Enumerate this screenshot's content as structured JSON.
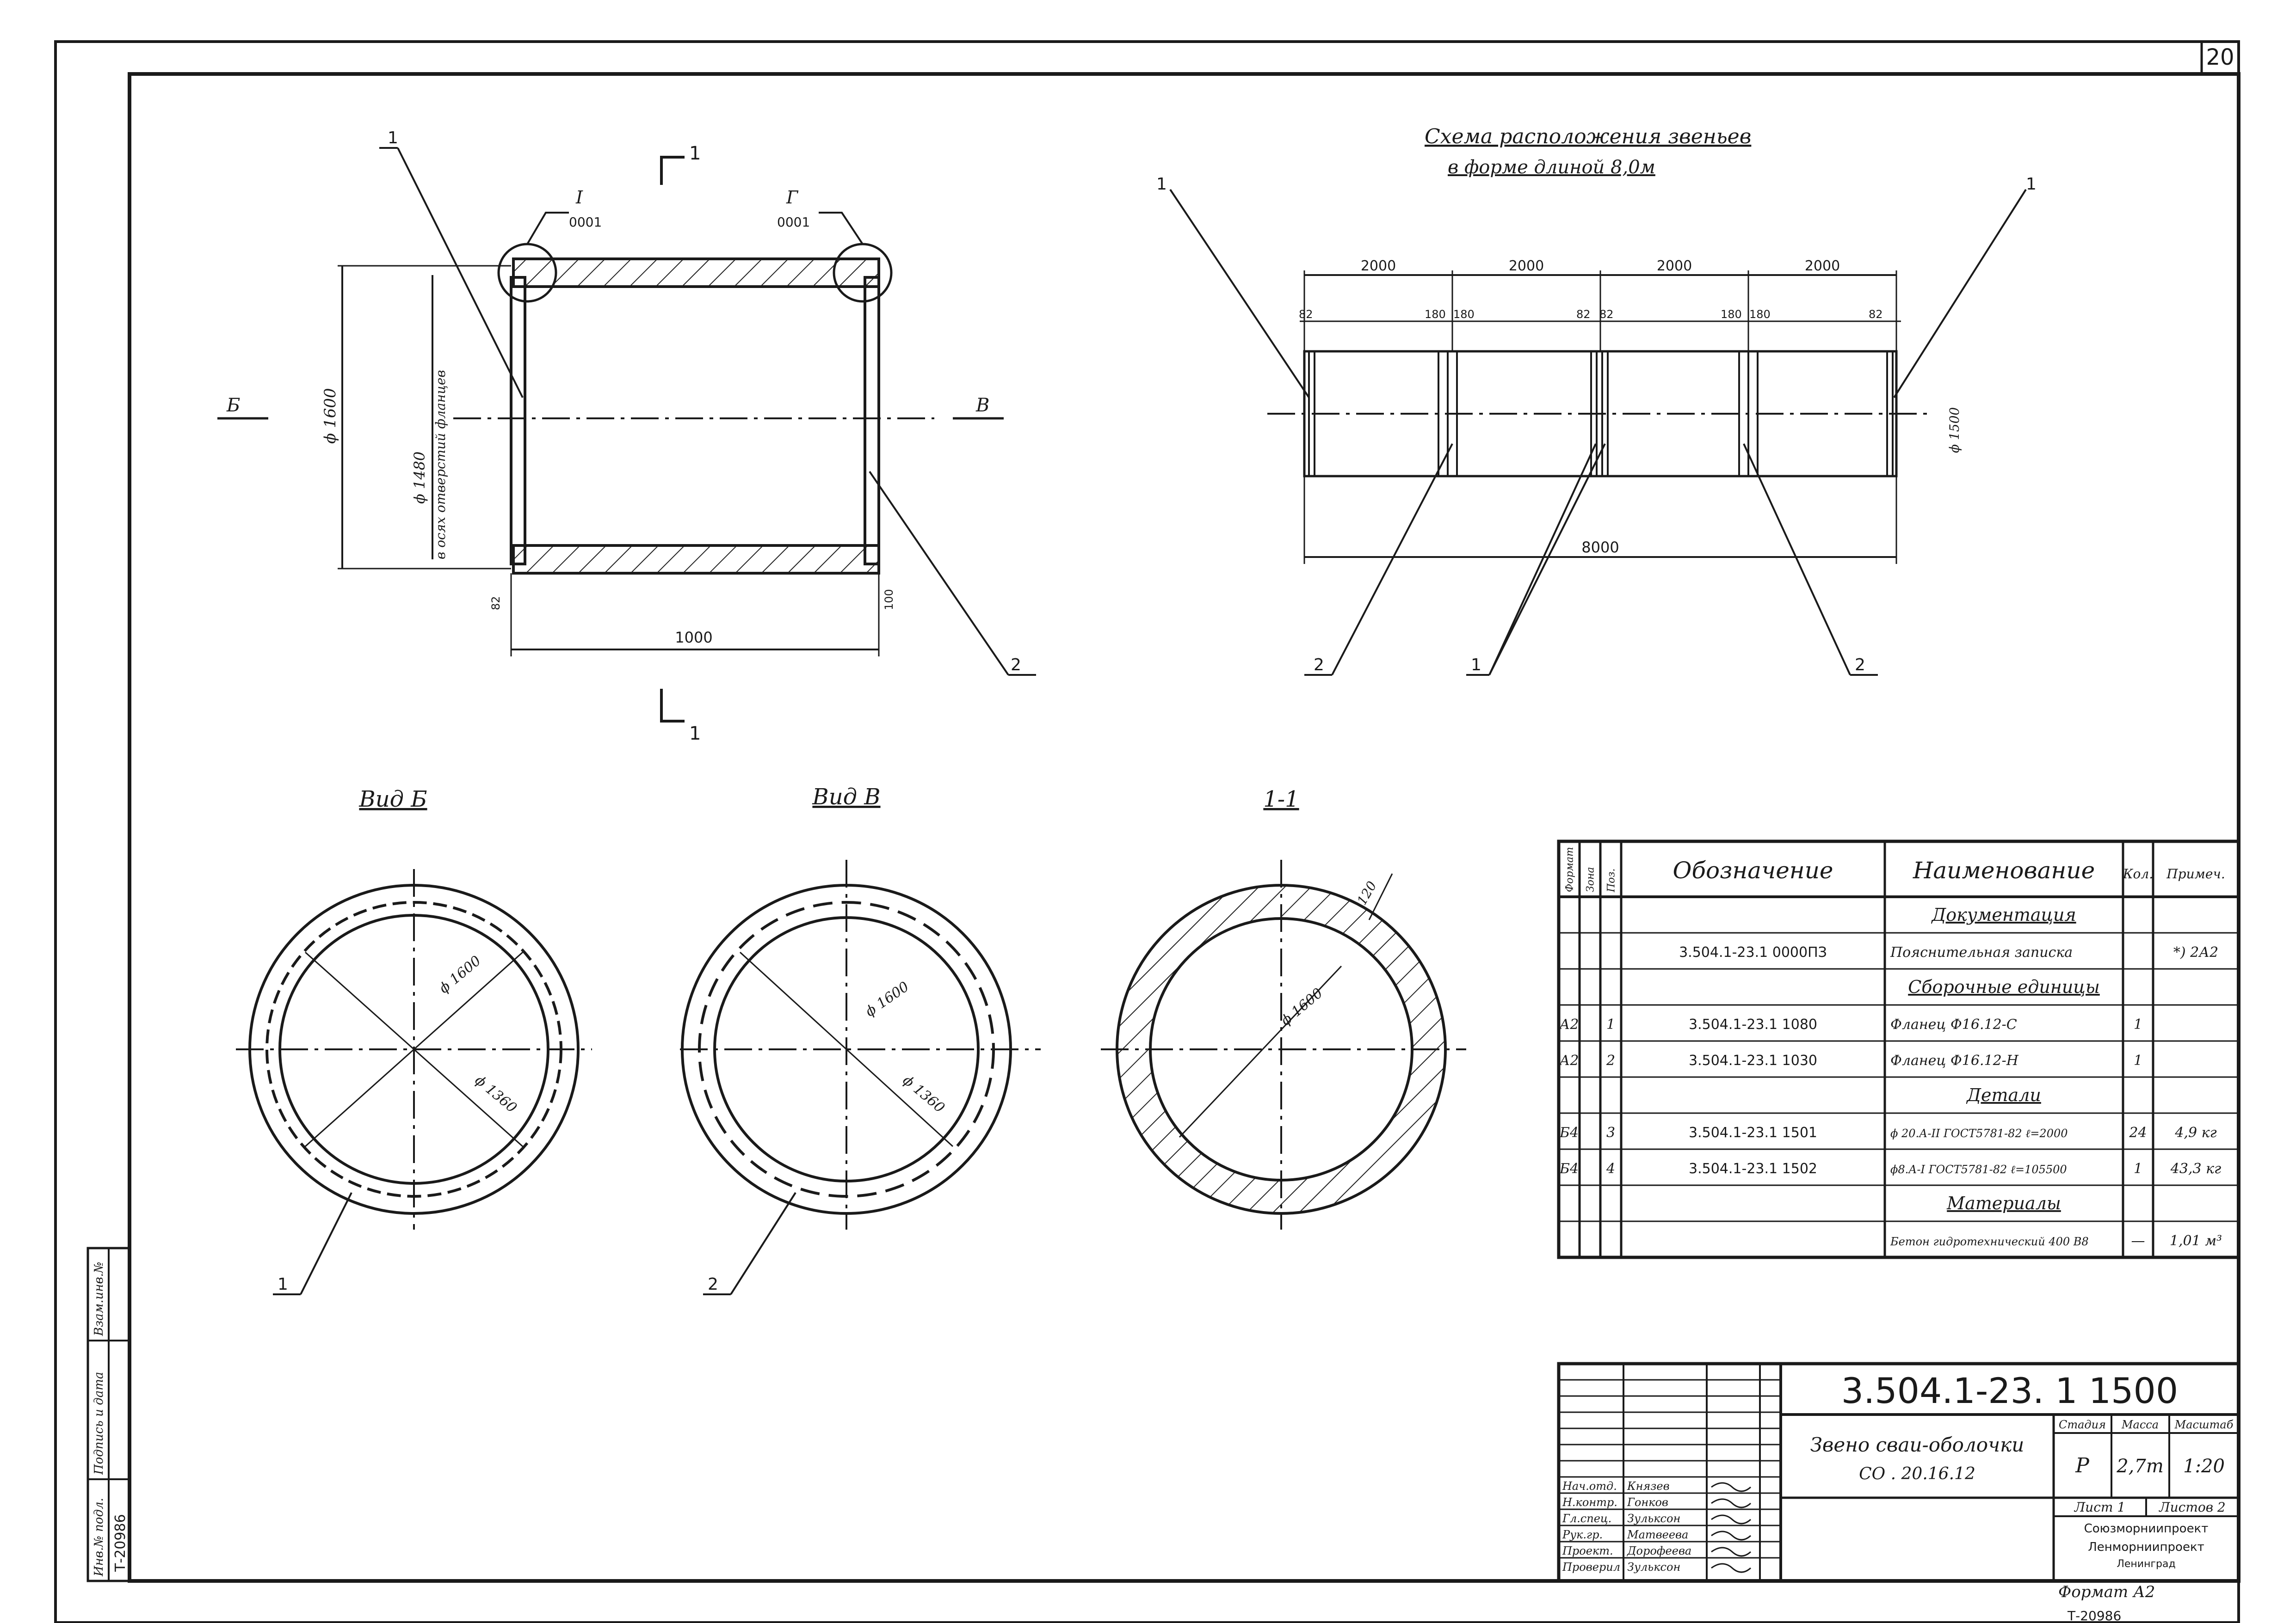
{
  "sheet_number": "20",
  "format_label": "Формат А2",
  "inventory_bottom": "Т-20986",
  "side_stamp": {
    "inv_podl": "Инв.№ подл.",
    "podpis": "Подпись и дата",
    "vzam": "Взам.инв.№",
    "number": "Т-20986"
  },
  "main_view": {
    "section_mark": "1",
    "leader_1": "1",
    "leader_2": "2",
    "callout_left_top": "I",
    "callout_left_bottom": "0001",
    "callout_right_top": "Г",
    "callout_right_bottom": "0001",
    "dim_outer": "ϕ 1600",
    "dim_inner": "ϕ 1480",
    "dim_inner_note": "в осях отверстий фланцев",
    "dim_length": "1000",
    "dim_left_small": "82",
    "dim_right_small": "100",
    "view_b_arrow": "Б",
    "view_v_arrow": "В"
  },
  "scheme": {
    "title_line1": "Схема расположения звеньев",
    "title_line2": "в форме длиной 8,0м",
    "seg_dims": [
      "2000",
      "2000",
      "2000",
      "2000"
    ],
    "small_dims": [
      "82",
      "180",
      "180",
      "82",
      "82",
      "180",
      "180",
      "82"
    ],
    "total_dim": "8000",
    "diam": "ϕ 1500",
    "leaders_top": [
      "1",
      "1"
    ],
    "leaders_bottom": [
      "2",
      "1",
      "2"
    ]
  },
  "views": {
    "vid_b": {
      "title": "Вид Б",
      "d_outer": "ϕ 1600",
      "d_inner": "ϕ 1360",
      "leader": "1"
    },
    "vid_v": {
      "title": "Вид В",
      "d_outer": "ϕ 1600",
      "d_inner": "ϕ 1360",
      "leader": "2"
    },
    "section": {
      "title": "1-1",
      "d_outer": "ϕ 1600",
      "thickness": "120"
    }
  },
  "spec_table": {
    "headers": [
      "Формат",
      "Зона",
      "Поз.",
      "Обозначение",
      "Наименование",
      "Кол.",
      "Примеч."
    ],
    "rows": [
      {
        "fmt": "",
        "zone": "",
        "pos": "",
        "oboz": "",
        "name": "Документация",
        "qty": "",
        "note": "",
        "heading": true
      },
      {
        "fmt": "",
        "zone": "",
        "pos": "",
        "oboz": "3.504.1-23.1  0000ПЗ",
        "name": "Пояснительная записка",
        "qty": "",
        "note": "*) 2А2",
        "heading": false
      },
      {
        "fmt": "",
        "zone": "",
        "pos": "",
        "oboz": "",
        "name": "Сборочные единицы",
        "qty": "",
        "note": "",
        "heading": true
      },
      {
        "fmt": "А2",
        "zone": "",
        "pos": "1",
        "oboz": "3.504.1-23.1  1080",
        "name": "Фланец Ф16.12-С",
        "qty": "1",
        "note": "",
        "heading": false
      },
      {
        "fmt": "А2",
        "zone": "",
        "pos": "2",
        "oboz": "3.504.1-23.1  1030",
        "name": "Фланец Ф16.12-Н",
        "qty": "1",
        "note": "",
        "heading": false
      },
      {
        "fmt": "",
        "zone": "",
        "pos": "",
        "oboz": "",
        "name": "Детали",
        "qty": "",
        "note": "",
        "heading": true
      },
      {
        "fmt": "Б4",
        "zone": "",
        "pos": "3",
        "oboz": "3.504.1-23.1  1501",
        "name": "ϕ 20.А-II ГОСТ5781-82 ℓ=2000",
        "qty": "24",
        "note": "4,9 кг",
        "heading": false
      },
      {
        "fmt": "Б4",
        "zone": "",
        "pos": "4",
        "oboz": "3.504.1-23.1  1502",
        "name": "ϕ8.А-I ГОСТ5781-82 ℓ=105500",
        "qty": "1",
        "note": "43,3 кг",
        "heading": false
      },
      {
        "fmt": "",
        "zone": "",
        "pos": "",
        "oboz": "",
        "name": "Материалы",
        "qty": "",
        "note": "",
        "heading": true
      },
      {
        "fmt": "",
        "zone": "",
        "pos": "",
        "oboz": "",
        "name": "Бетон гидротехнический 400 В8",
        "qty": "—",
        "note": "1,01 м³",
        "heading": false
      }
    ]
  },
  "title_block": {
    "designation": "3.504.1-23. 1 1500",
    "name_line1": "Звено сваи-оболочки",
    "name_line2": "СО . 20.16.12",
    "stage_label": "Стадия",
    "mass_label": "Масса",
    "scale_label": "Масштаб",
    "stage": "Р",
    "mass": "2,7т",
    "scale": "1:20",
    "sheet_label": "Лист 1",
    "sheets_label": "Листов 2",
    "org1": "Союзморниипроект",
    "org2": "Ленморниипроект",
    "org3": "Ленинград",
    "signers": [
      {
        "role": "Нач.отд.",
        "name": "Князев"
      },
      {
        "role": "Н.контр.",
        "name": "Гонков"
      },
      {
        "role": "Гл.спец.",
        "name": "Зульксон"
      },
      {
        "role": "Рук.гр.",
        "name": "Матвеева"
      },
      {
        "role": "Проект.",
        "name": "Дорофеева"
      },
      {
        "role": "Проверил",
        "name": "Зульксон"
      }
    ]
  }
}
